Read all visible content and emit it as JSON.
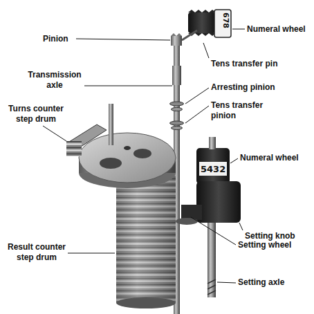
{
  "diagram": {
    "labels": [
      "Pinion",
      "Numeral wheel",
      "678",
      "Tens transfer pin",
      "Transmission axle",
      "Arresting pinion",
      "Tens transfer pinion",
      "Turns counter step drum",
      "Numeral wheel",
      "5432",
      "Result counter step drum",
      "Setting knob",
      "Setting wheel",
      "Setting axle"
    ]
  }
}
